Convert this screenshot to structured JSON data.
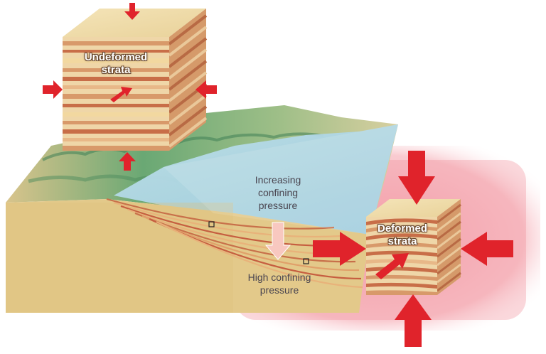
{
  "labels": {
    "undeformed": "Undeformed\nstrata",
    "deformed": "Deformed\nstrata",
    "increasing": "Increasing\nconfining\npressure",
    "high": "High confining\npressure"
  },
  "colors": {
    "arrow_red": "#e0232b",
    "arrow_pink": "#f8c8c0",
    "sediment_tan": "#e6cd8e",
    "strata_red": "#c8704a",
    "water": "#a9d3e3",
    "land_green": "#5aa070",
    "glow": "#f18a96"
  },
  "icons": [
    "compression-arrow",
    "shear-arrow",
    "marker-square"
  ]
}
